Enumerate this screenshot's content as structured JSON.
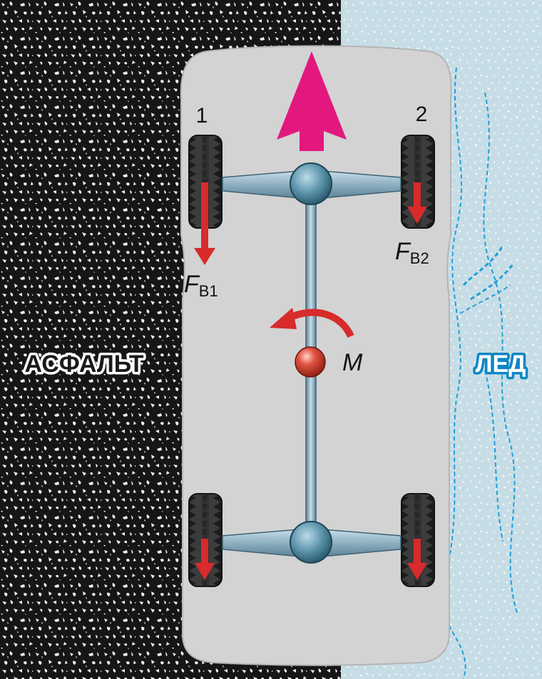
{
  "surfaces": {
    "left": "АСФАЛЬТ",
    "right": "ЛЕД"
  },
  "wheels": {
    "front_left_number": "1",
    "front_right_number": "2"
  },
  "forces": {
    "left": {
      "symbol": "F",
      "subscript": "B1"
    },
    "right": {
      "symbol": "F",
      "subscript": "B2"
    }
  },
  "moment": {
    "symbol": "M"
  },
  "colors": {
    "asphalt": "#1a1a1a",
    "ice": "#c9dfe8",
    "ice_crack": "#1e9fd8",
    "car_body": "#d3d3d3",
    "axle": "#9bb8c8",
    "hub": "#3f7f98",
    "force_arrow": "#d82b2b",
    "motion_arrow": "#e2187f",
    "center_mass": "#c0392b"
  },
  "icons": {
    "motion": "arrow-up-icon",
    "moment": "curved-arrow-icon",
    "tire": "tire-icon"
  }
}
